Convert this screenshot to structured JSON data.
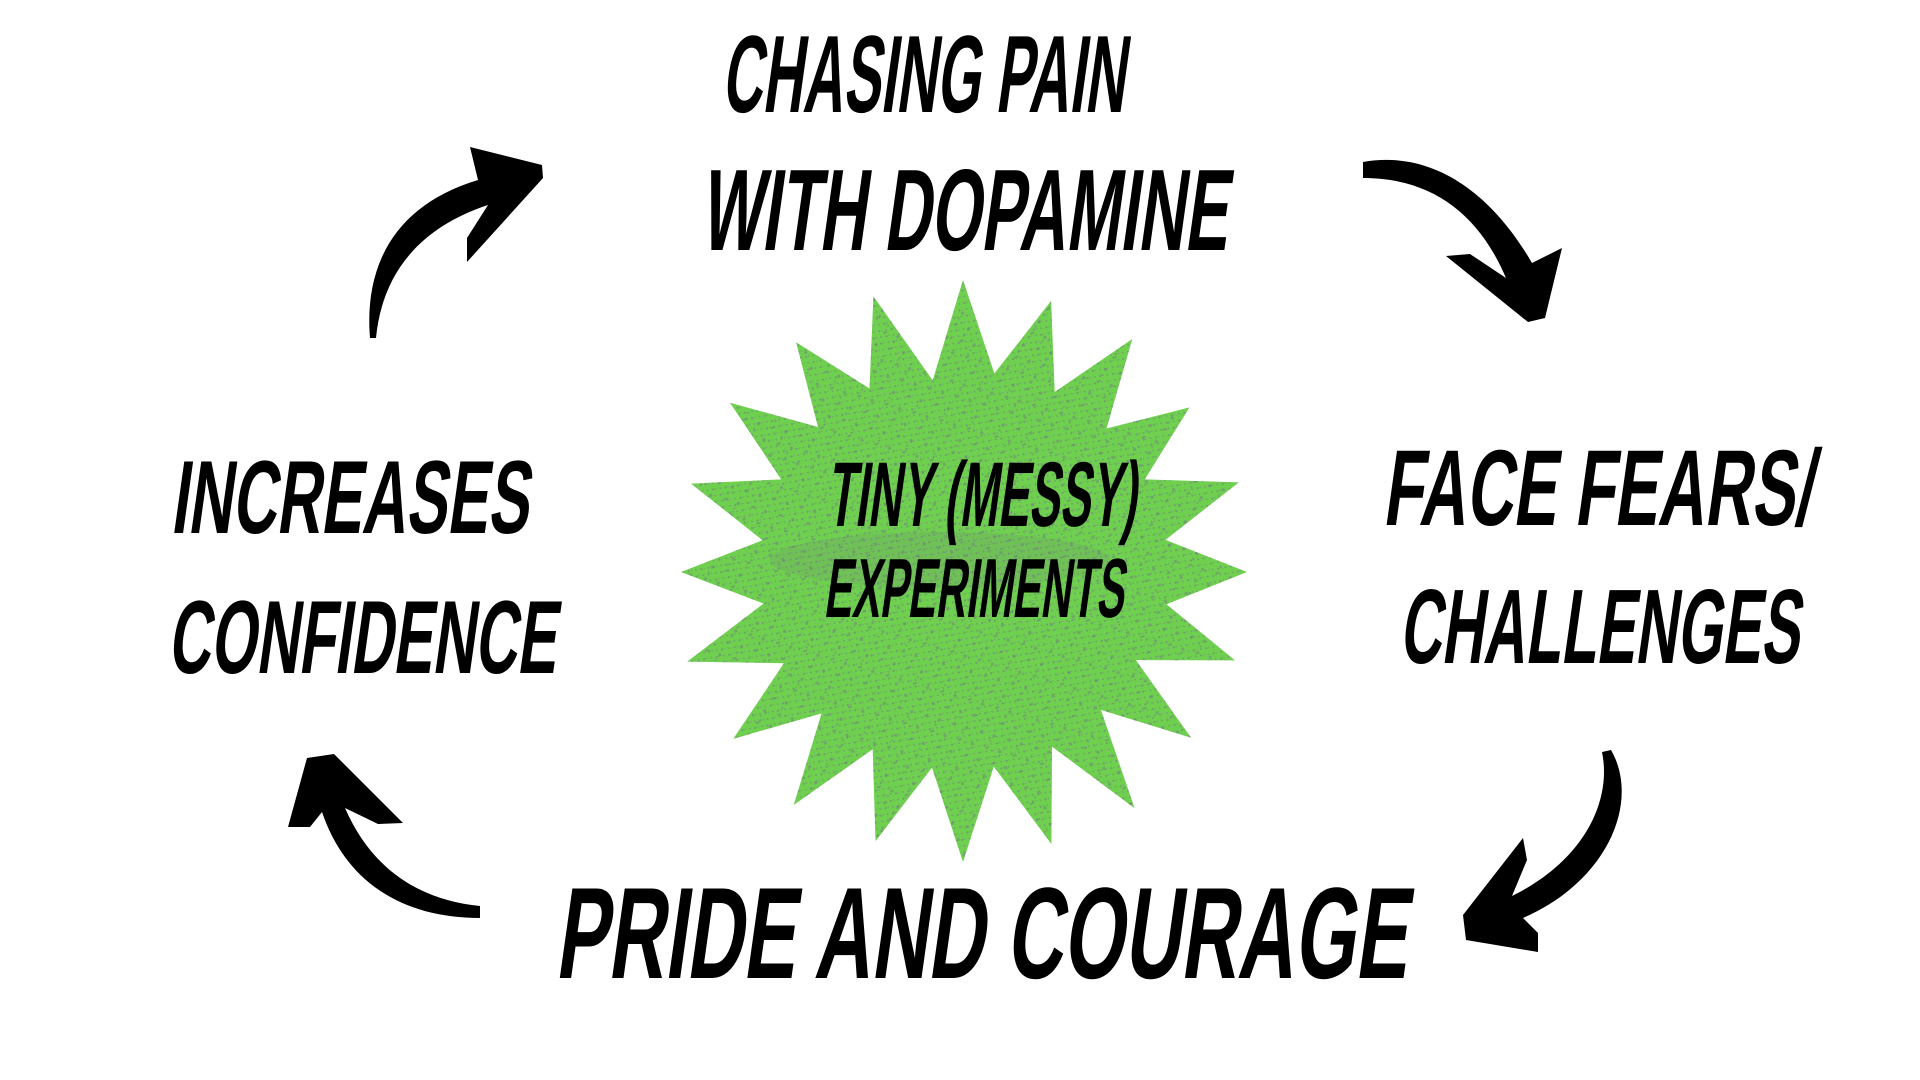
{
  "diagram": {
    "type": "cycle",
    "center": {
      "line1": "TINY (MESSY)",
      "line2": "EXPERIMENTS",
      "shape": "starburst",
      "fill_color": "#6FD04F",
      "texture_color": "#6E7B80"
    },
    "nodes": [
      {
        "id": "top",
        "line1": "CHASING PAIN",
        "line2": "WITH DOPAMINE"
      },
      {
        "id": "right",
        "line1": "FACE FEARS/",
        "line2": "CHALLENGES"
      },
      {
        "id": "bottom",
        "line1": "PRIDE AND COURAGE"
      },
      {
        "id": "left",
        "line1": "INCREASES",
        "line2": "CONFIDENCE"
      }
    ],
    "arrows": [
      {
        "from": "top",
        "to": "right",
        "icon": "curved-arrow-down-right"
      },
      {
        "from": "right",
        "to": "bottom",
        "icon": "curved-arrow-down-left"
      },
      {
        "from": "bottom",
        "to": "left",
        "icon": "curved-arrow-up-left"
      },
      {
        "from": "left",
        "to": "top",
        "icon": "curved-arrow-up-right"
      }
    ],
    "text_color": "#000000",
    "background_color": "#FFFFFF"
  }
}
